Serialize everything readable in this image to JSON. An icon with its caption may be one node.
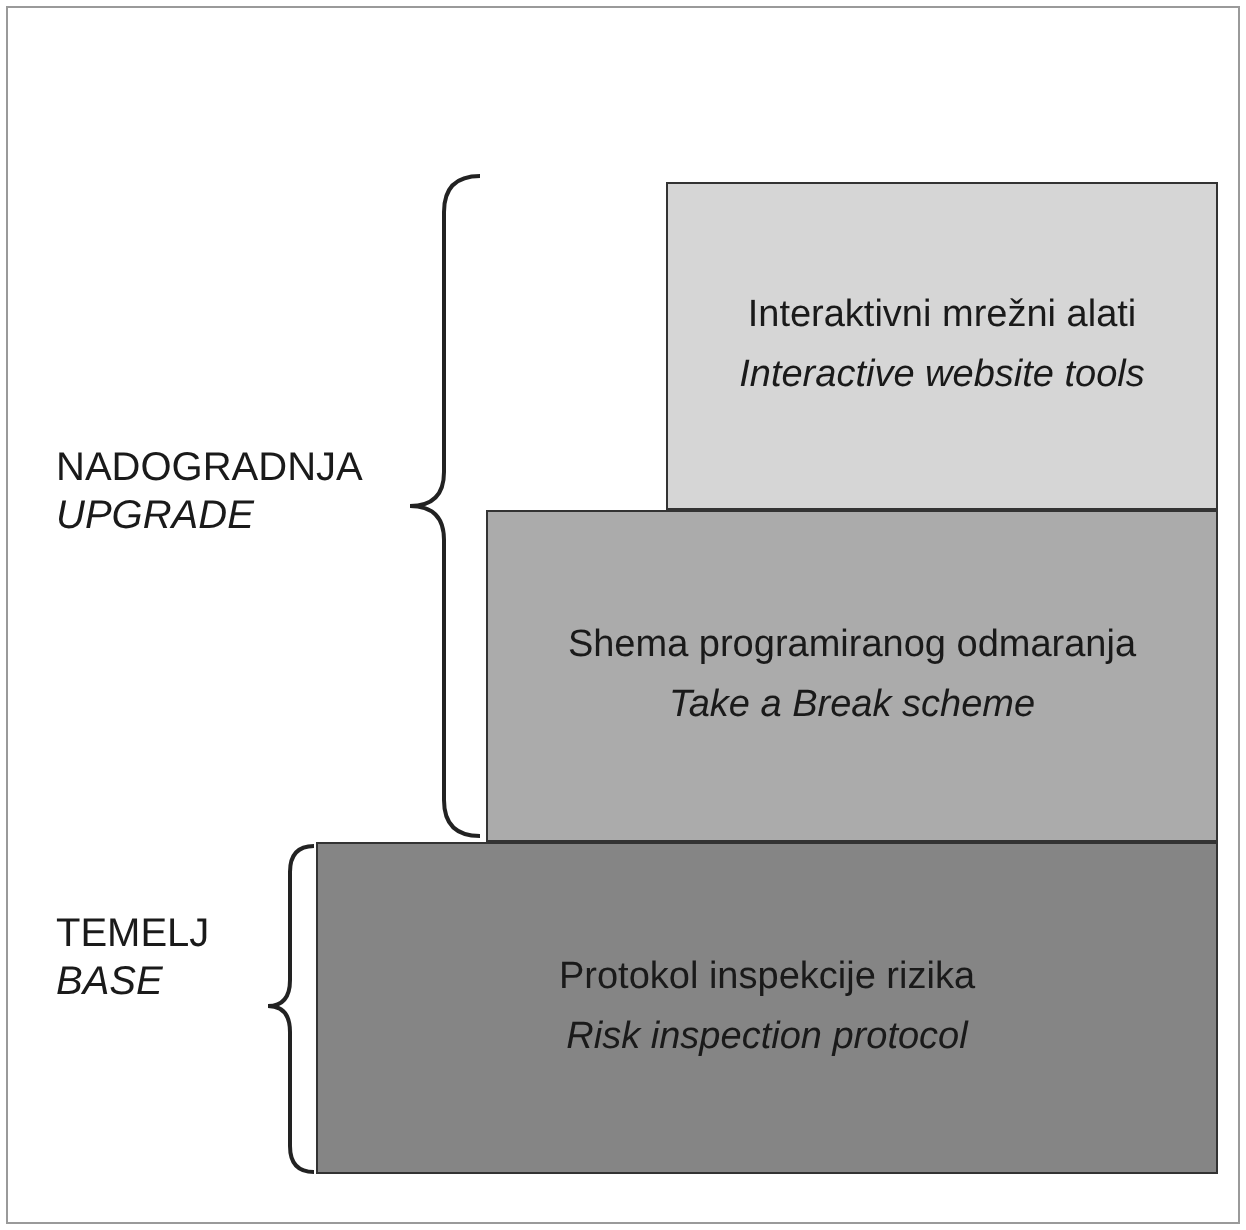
{
  "diagram": {
    "nodes": [
      {
        "text": [
          "Interaktivni mrežni alati",
          "Interactive website tools"
        ]
      },
      {
        "text": [
          "Shema programiranog odmaranja",
          "Take a Break scheme"
        ]
      },
      {
        "text": [
          "Protokol inspekcije rizika",
          "Risk inspection protocol"
        ]
      }
    ],
    "edges": [],
    "labels": [
      "NADOGRADNJA",
      "UPGRADE",
      "TEMELJ",
      "BASE"
    ]
  }
}
